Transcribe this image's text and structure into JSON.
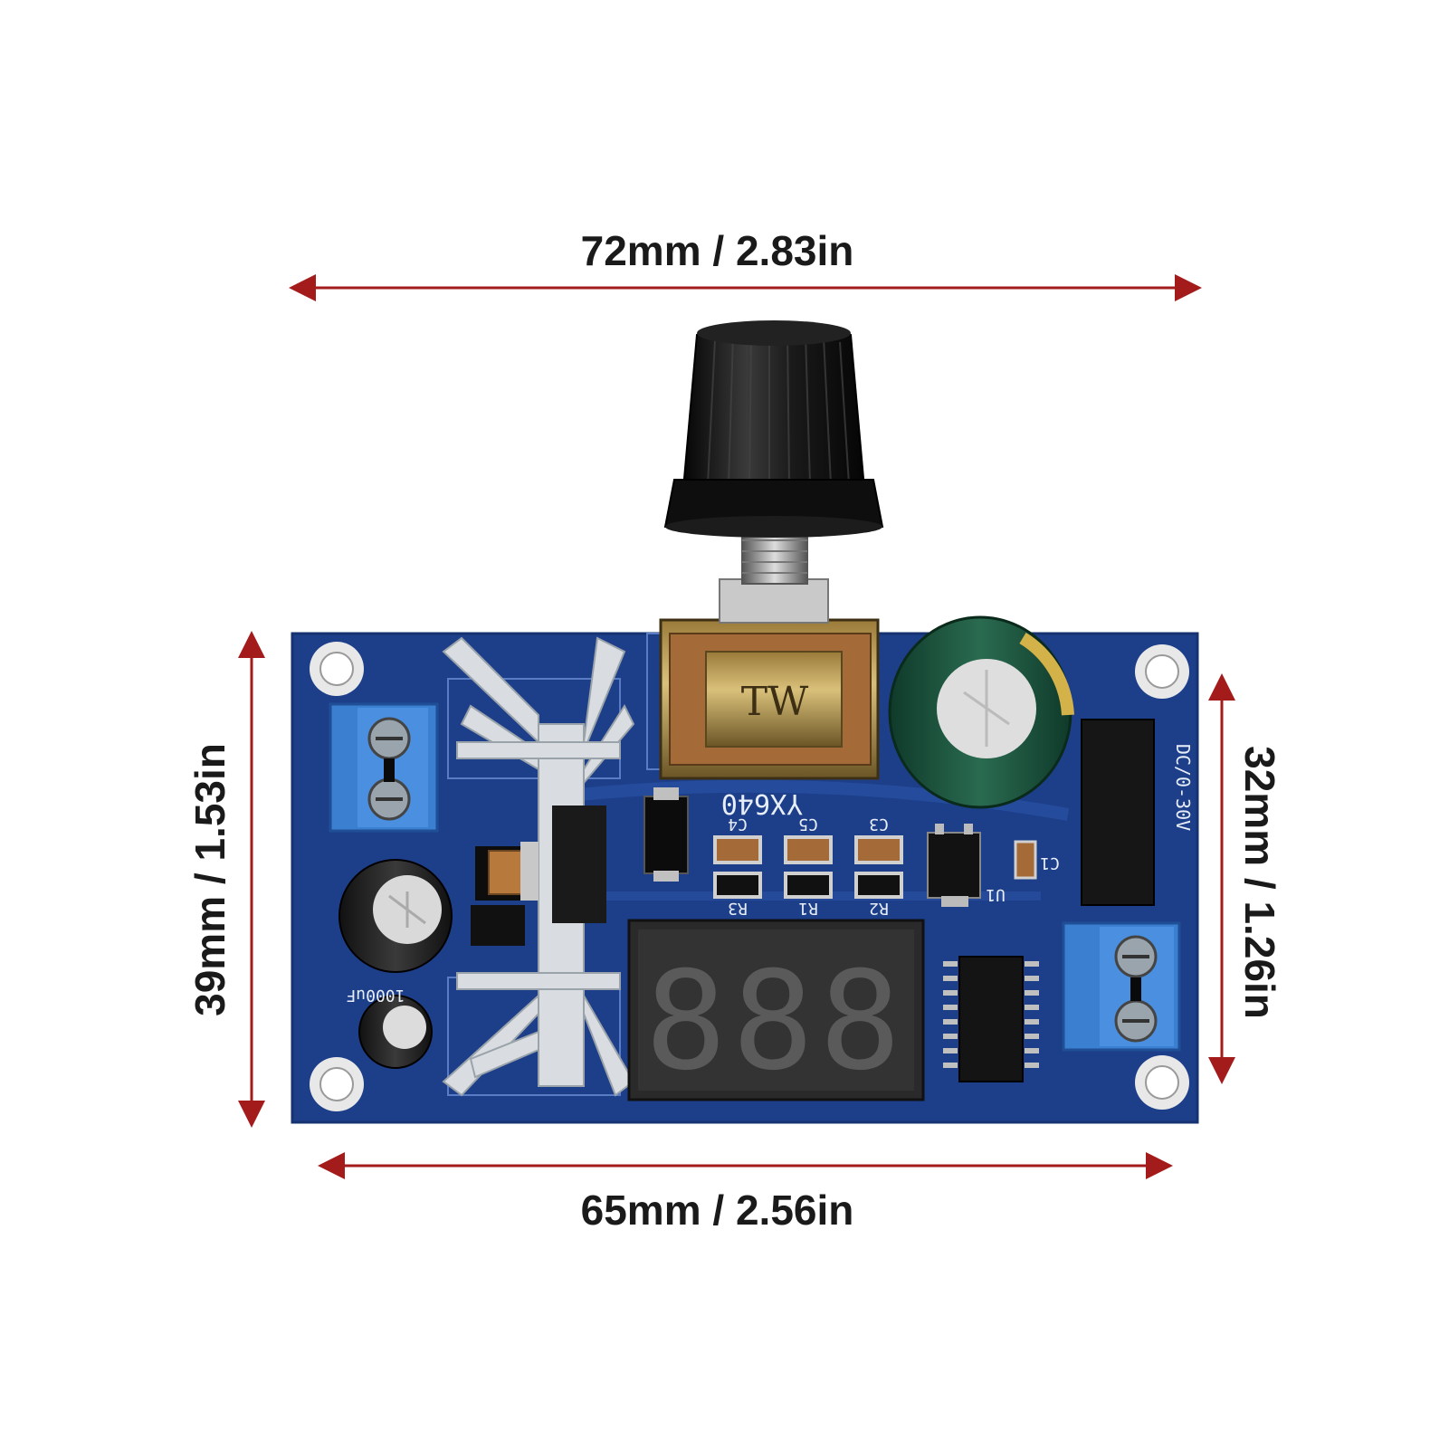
{
  "dimensions": {
    "top_width": "72mm  /  2.83in",
    "bottom_width": "65mm  /  2.56in",
    "left_height": "39mm  /  1.53in",
    "right_height": "32mm  /  1.26in"
  },
  "colors": {
    "arrow": "#a31b1b",
    "pcb": "#1d3f8a",
    "terminal": "#3b7fd1",
    "knob": "#151515",
    "display": "#2a2a2a",
    "segment": "#5a5a5a"
  },
  "board": {
    "model_label": "YX640",
    "component_labels": {
      "c4": "C4",
      "c5": "C5",
      "c3": "C3",
      "r3": "R3",
      "r1": "R1",
      "r2": "R2",
      "u1": "U1",
      "c1": "C1"
    },
    "input_spec": "DC/0-30V",
    "pot_brand": "TW",
    "cap_label": "1000uF",
    "display_digits": "888"
  }
}
